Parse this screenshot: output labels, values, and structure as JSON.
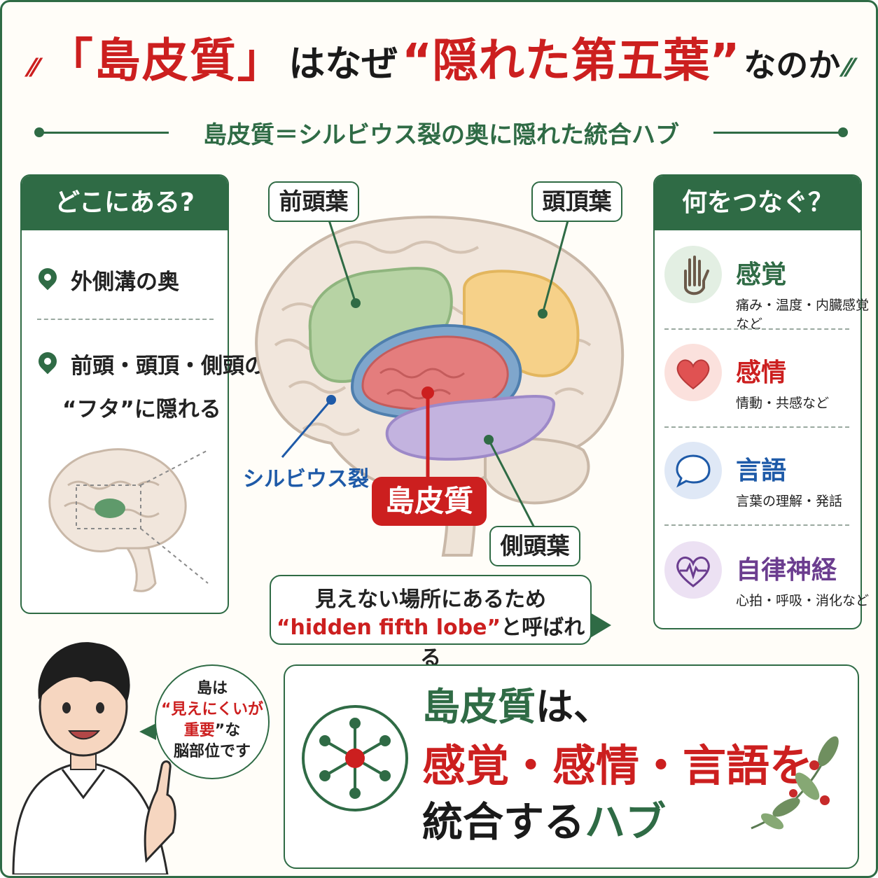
{
  "title": {
    "part1": "「島皮質」",
    "part2": "はなぜ",
    "part3": "“隠れた第五葉”",
    "part4": "なのか"
  },
  "subtitle": "島皮質＝シルビウス裂の奥に隠れた統合ハブ",
  "left_panel": {
    "header": "どこにある?",
    "items": [
      {
        "text": "外側溝の奥"
      },
      {
        "line1": "前頭・頭頂・側頭の",
        "line2": "“フタ”に隠れる"
      }
    ]
  },
  "brain_labels": {
    "frontal": "前頭葉",
    "parietal": "頭頂葉",
    "temporal": "側頭葉",
    "sylvian": "シルビウス裂",
    "insula": "島皮質"
  },
  "caption_bubble": {
    "line1": "見えない場所にあるため",
    "highlight": "“hidden fifth lobe”",
    "line2_rest": "と呼ばれる"
  },
  "right_panel": {
    "header": "何をつなぐ？",
    "items": [
      {
        "icon": "hand-icon",
        "title": "感覚",
        "desc": "痛み・温度・内臓感覚など",
        "color": "#2f6b45",
        "bg": "#e3efe3"
      },
      {
        "icon": "heart-icon",
        "title": "感情",
        "desc": "情動・共感など",
        "color": "#cc1f1f",
        "bg": "#fbe1dd"
      },
      {
        "icon": "speech-bubble-icon",
        "title": "言語",
        "desc": "言葉の理解・発話",
        "color": "#1e5aa8",
        "bg": "#dfe8f6"
      },
      {
        "icon": "heart-pulse-icon",
        "title": "自律神経",
        "desc": "心拍・呼吸・消化など",
        "color": "#6b3d8f",
        "bg": "#ece1f3"
      }
    ]
  },
  "speech": {
    "line1": "島は",
    "line2": "“見えにくいが",
    "line3a": "重要",
    "line3b": "”な",
    "line4": "脳部位です"
  },
  "summary": {
    "line1_a": "島皮質",
    "line1_b": "は、",
    "line2": "感覚・感情・言語を",
    "line3_a": "統合する",
    "line3_b": "ハブ"
  },
  "colors": {
    "green": "#2f6b45",
    "red": "#cc1f1f",
    "blue": "#1e5aa8",
    "purple": "#6b3d8f"
  }
}
